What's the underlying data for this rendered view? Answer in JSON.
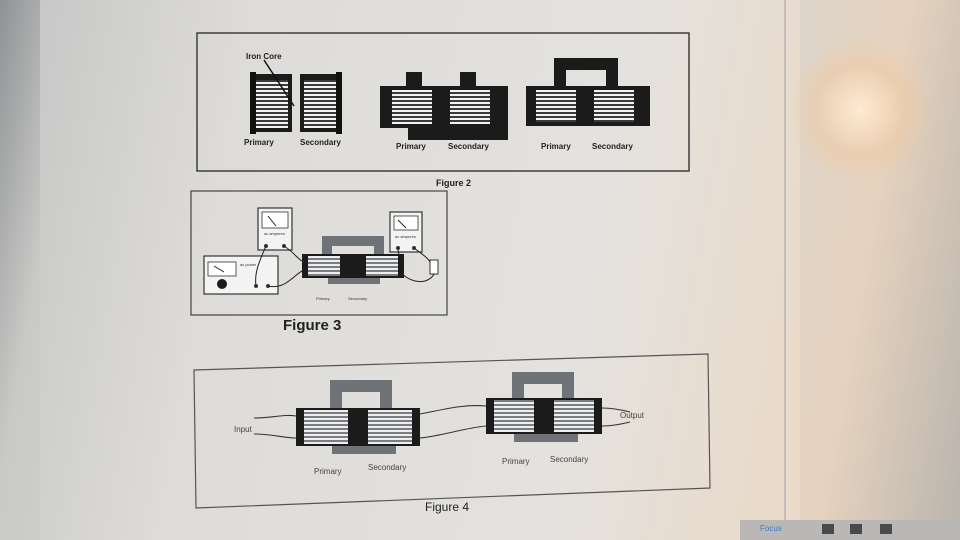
{
  "figure2": {
    "iron_core_label": "Iron Core",
    "transformers": [
      {
        "primary": "Primary",
        "secondary": "Secondary"
      },
      {
        "primary": "Primary",
        "secondary": "Secondary"
      },
      {
        "primary": "Primary",
        "secondary": "Secondary"
      }
    ],
    "caption": "Figure 2"
  },
  "figure3": {
    "meter_left_label": "ac amperes",
    "meter_right_label": "ac amperes",
    "power_label": "ac power",
    "primary": "Primary",
    "secondary": "Secondary",
    "caption": "Figure 3"
  },
  "figure4": {
    "input_label": "Input",
    "output_label": "Output",
    "t1_primary": "Primary",
    "t1_secondary": "Secondary",
    "t2_primary": "Primary",
    "t2_secondary": "Secondary",
    "caption": "Figure 4"
  },
  "statusbar": {
    "focus_label": "Focus"
  },
  "colors": {
    "core_dark": "#1b1b1b",
    "core_gray": "#6f7378",
    "coil": "#8b8f94",
    "frame": "#555555"
  }
}
